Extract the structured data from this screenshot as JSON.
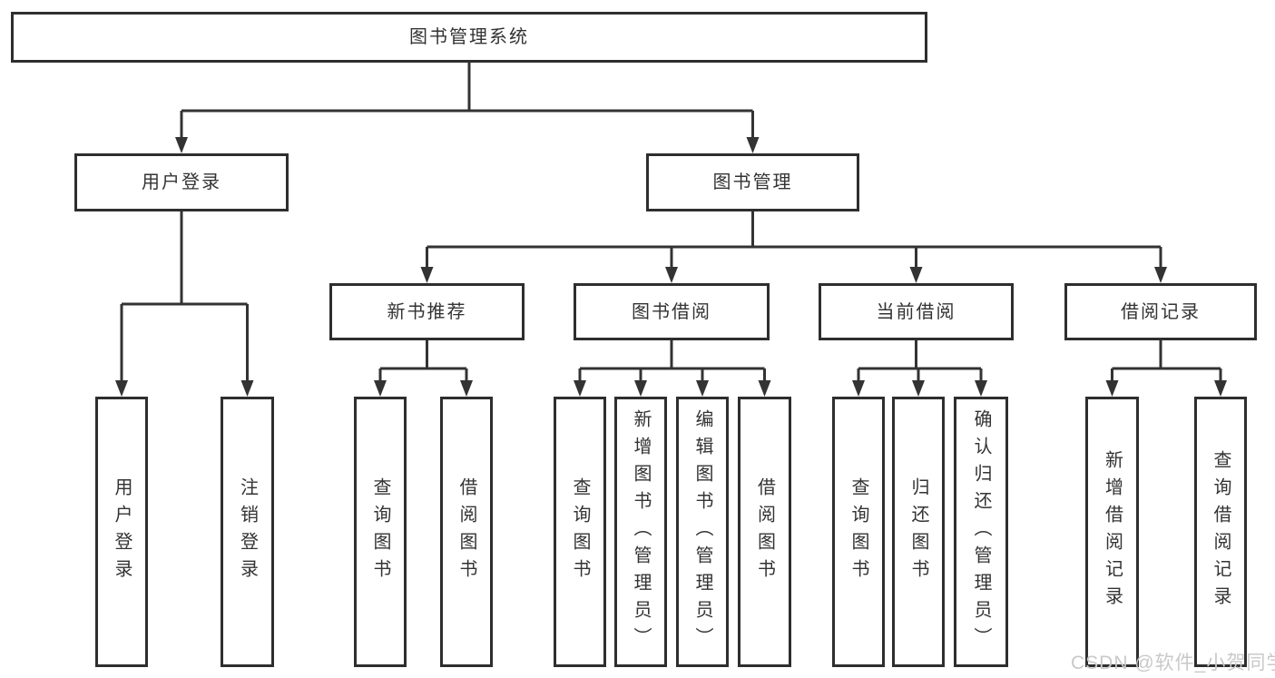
{
  "diagram": {
    "title": "图书管理系统",
    "type": "hierarchy-tree"
  },
  "nodes": [
    {
      "id": "root",
      "label": "图书管理系统",
      "parent": null,
      "vertical": false
    },
    {
      "id": "user-login",
      "label": "用户登录",
      "parent": "root",
      "vertical": false
    },
    {
      "id": "book-mgmt",
      "label": "图书管理",
      "parent": "root",
      "vertical": false
    },
    {
      "id": "new-book-rec",
      "label": "新书推荐",
      "parent": "book-mgmt",
      "vertical": false
    },
    {
      "id": "book-borrow",
      "label": "图书借阅",
      "parent": "book-mgmt",
      "vertical": false
    },
    {
      "id": "current-borrow",
      "label": "当前借阅",
      "parent": "book-mgmt",
      "vertical": false
    },
    {
      "id": "borrow-records",
      "label": "借阅记录",
      "parent": "book-mgmt",
      "vertical": false
    },
    {
      "id": "leaf-user-login",
      "label": "用户登录",
      "parent": "user-login",
      "vertical": true
    },
    {
      "id": "leaf-logout",
      "label": "注销登录",
      "parent": "user-login",
      "vertical": true
    },
    {
      "id": "leaf-query-book-1",
      "label": "查询图书",
      "parent": "new-book-rec",
      "vertical": true
    },
    {
      "id": "leaf-borrow-book-1",
      "label": "借阅图书",
      "parent": "new-book-rec",
      "vertical": true
    },
    {
      "id": "leaf-query-book-2",
      "label": "查询图书",
      "parent": "book-borrow",
      "vertical": true
    },
    {
      "id": "leaf-add-book",
      "label": "新增图书（管理员）",
      "parent": "book-borrow",
      "vertical": true
    },
    {
      "id": "leaf-edit-book",
      "label": "编辑图书（管理员）",
      "parent": "book-borrow",
      "vertical": true
    },
    {
      "id": "leaf-borrow-book-2",
      "label": "借阅图书",
      "parent": "book-borrow",
      "vertical": true
    },
    {
      "id": "leaf-query-book-3",
      "label": "查询图书",
      "parent": "current-borrow",
      "vertical": true
    },
    {
      "id": "leaf-return-book",
      "label": "归还图书",
      "parent": "current-borrow",
      "vertical": true
    },
    {
      "id": "leaf-confirm-return",
      "label": "确认归还（管理员）",
      "parent": "current-borrow",
      "vertical": true
    },
    {
      "id": "leaf-add-borrow-record",
      "label": "新增借阅记录",
      "parent": "borrow-records",
      "vertical": true
    },
    {
      "id": "leaf-query-borrow-record",
      "label": "查询借阅记录",
      "parent": "borrow-records",
      "vertical": true
    }
  ],
  "watermark": {
    "text": "CSDN @软件_小贺同学"
  },
  "colors": {
    "background": "#ffffff",
    "line": "#333333",
    "box_border": "#2e2e2e",
    "box_fill": "#ffffff",
    "text": "#333333",
    "watermark": "#c9c9c9"
  }
}
